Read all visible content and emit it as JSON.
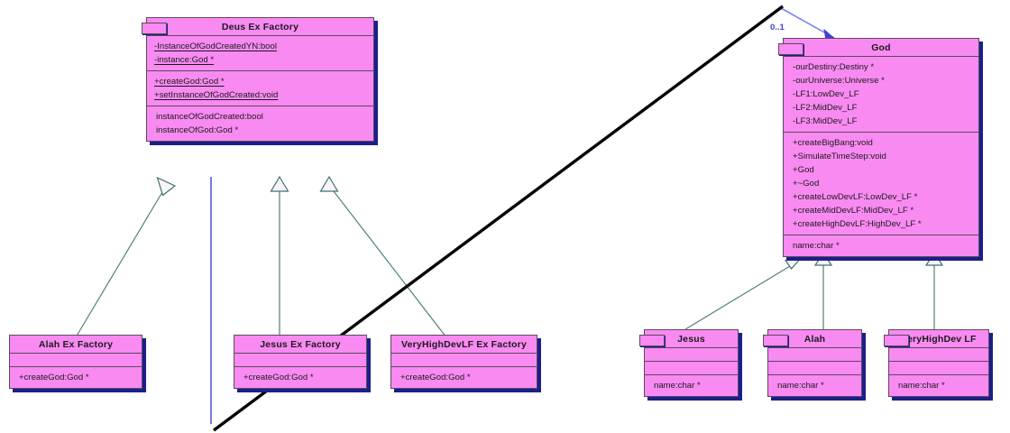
{
  "diagram": {
    "kind": "uml-class-diagram",
    "colors": {
      "class_fill": "#F98AF2",
      "class_border": "#5b4a5b",
      "shadow": "#1b1f8a",
      "generalization": "#4f7f7f",
      "association": "#4040d8",
      "crossing_line": "#000000",
      "multiplicity_text": "#4040d8"
    }
  },
  "classes": {
    "deus_ex_factory": {
      "name": "Deus Ex Factory",
      "attributes": [
        "-InstanceOfGodCreatedYN:bool",
        "-instance:God *"
      ],
      "operations": [
        "+createGod:God *",
        "+setInstanceOfGodCreated:void"
      ],
      "extra": [
        "instanceOfGodCreated:bool",
        "instanceOfGod:God *"
      ]
    },
    "god": {
      "name": "God",
      "attributes": [
        "-ourDestiny:Destiny *",
        "-ourUniverse:Universe *",
        "-LF1:LowDev_LF",
        "-LF2:MidDev_LF",
        "-LF3:MidDev_LF"
      ],
      "operations": [
        "+createBigBang:void",
        "+SimulateTimeStep:void",
        "+God",
        "+~God",
        "+createLowDevLF:LowDev_LF *",
        "+createMidDevLF:MidDev_LF *",
        "+createHighDevLF:HighDev_LF *"
      ],
      "extra": [
        "name:char *"
      ]
    },
    "alah_ex_factory": {
      "name": "Alah Ex Factory",
      "attributes": [],
      "operations": [
        "+createGod:God *"
      ]
    },
    "jesus_ex_factory": {
      "name": "Jesus Ex Factory",
      "attributes": [],
      "operations": [
        "+createGod:God *"
      ]
    },
    "veryhighdevlf_ex_factory": {
      "name": "VeryHighDevLF Ex Factory",
      "attributes": [],
      "operations": [
        "+createGod:God *"
      ]
    },
    "jesus": {
      "name": "Jesus",
      "attributes": [],
      "operations": [],
      "extra": [
        "name:char *"
      ]
    },
    "alah": {
      "name": "Alah",
      "attributes": [],
      "operations": [],
      "extra": [
        "name:char *"
      ]
    },
    "veryhighdev_lf": {
      "name": "VeryHighDev LF",
      "attributes": [],
      "operations": [],
      "extra": [
        "name:char *"
      ]
    }
  },
  "relationships": {
    "association_multiplicity": "0..1",
    "generalizations": [
      {
        "from": "alah_ex_factory",
        "to": "deus_ex_factory"
      },
      {
        "from": "jesus_ex_factory",
        "to": "deus_ex_factory"
      },
      {
        "from": "veryhighdevlf_ex_factory",
        "to": "deus_ex_factory"
      },
      {
        "from": "jesus",
        "to": "god"
      },
      {
        "from": "alah",
        "to": "god"
      },
      {
        "from": "veryhighdev_lf",
        "to": "god"
      }
    ],
    "associations": [
      {
        "from": "deus_ex_factory",
        "to": "god",
        "label": "0..1"
      }
    ]
  }
}
